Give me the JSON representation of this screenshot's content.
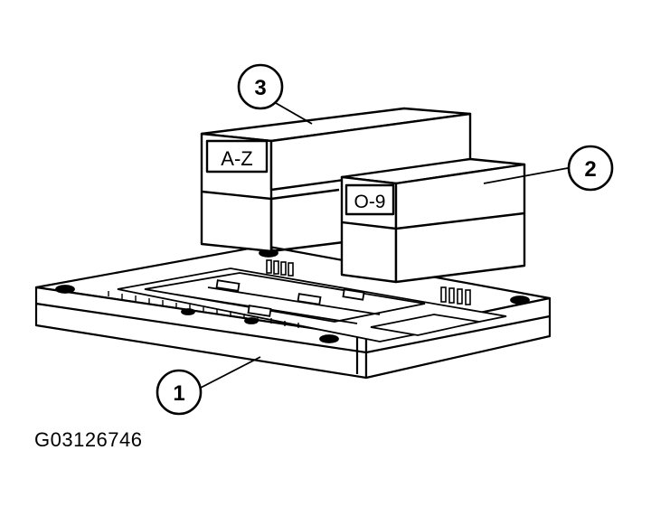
{
  "callouts": [
    {
      "number": "1",
      "refers_to": "base"
    },
    {
      "number": "2",
      "refers_to": "numeric-block"
    },
    {
      "number": "3",
      "refers_to": "letter-block"
    }
  ],
  "blocks": {
    "letter_block_label": "A-Z",
    "numeric_block_label": "O-9"
  },
  "figure_code": "G03126746",
  "colors": {
    "outline": "#000000",
    "fill": "#ffffff",
    "shade": "#d9d9d9"
  }
}
